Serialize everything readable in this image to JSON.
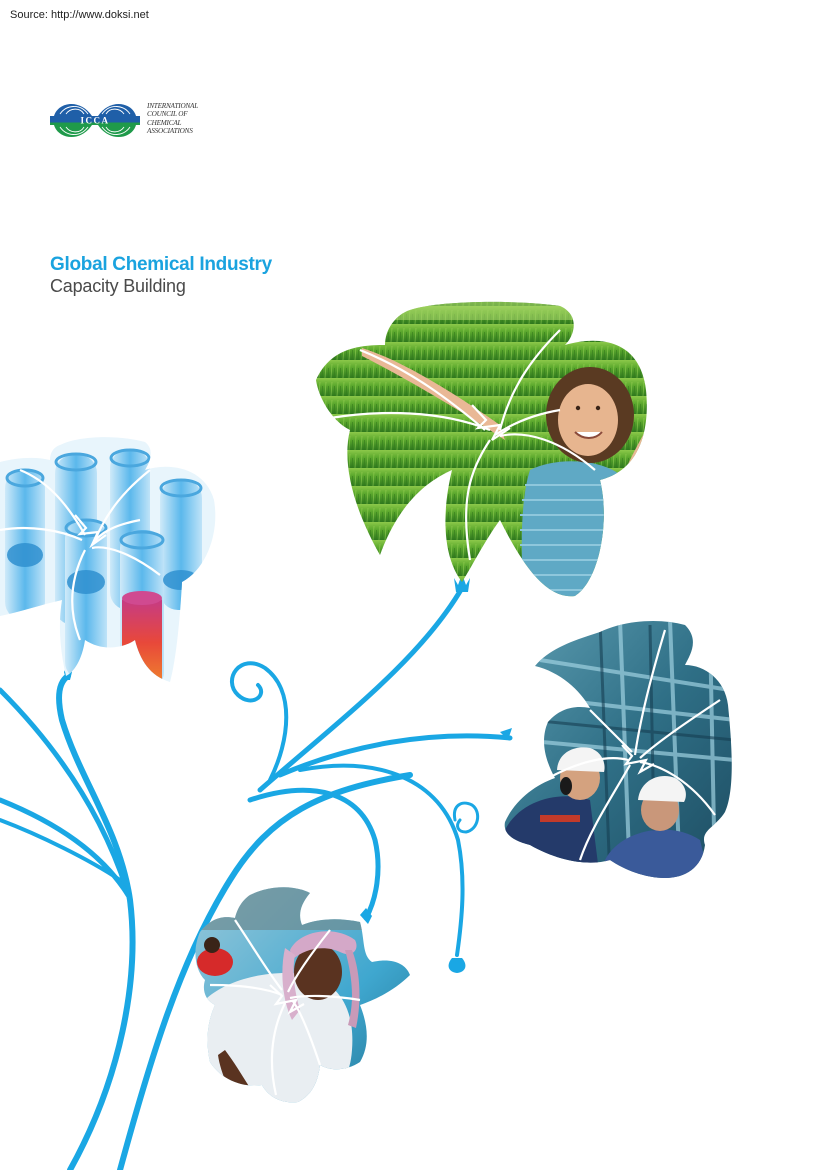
{
  "source_note": "Source: http://www.doksi.net",
  "logo": {
    "acronym": "ICCA",
    "lines": [
      "International",
      "Council of",
      "Chemical",
      "Associations"
    ],
    "colors": {
      "blue": "#1f5fa8",
      "green": "#1f9a4a"
    }
  },
  "title": {
    "main": "Global Chemical Industry",
    "sub": "Capacity Building"
  },
  "colors": {
    "accent": "#1aa3df",
    "subtitle": "#4a4a4a",
    "stem": "#1aa7e4"
  },
  "illustration": {
    "flowers": [
      {
        "id": "rice-field-child",
        "theme": "green field with child"
      },
      {
        "id": "test-tubes",
        "theme": "laboratory test tubes"
      },
      {
        "id": "industrial-workers",
        "theme": "chemical plant with hard-hat workers"
      },
      {
        "id": "textile-worker",
        "theme": "textile factory worker"
      }
    ]
  }
}
